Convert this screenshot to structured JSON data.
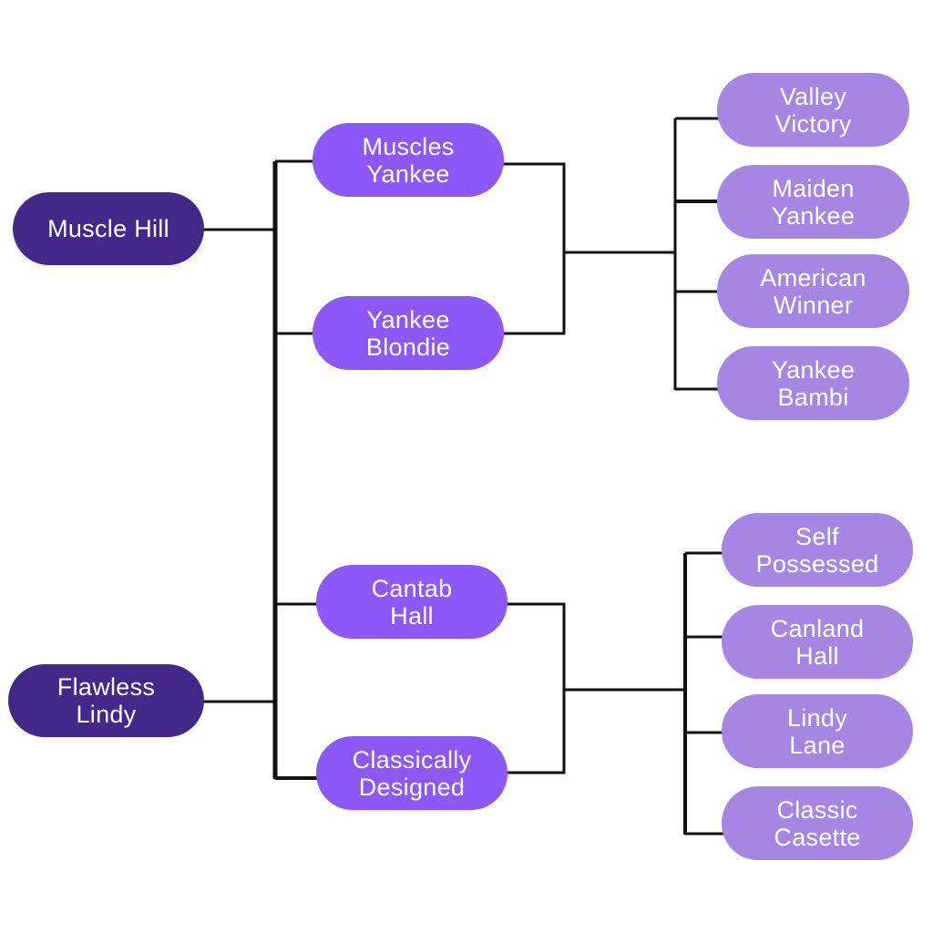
{
  "diagram": {
    "type": "pedigree-tree",
    "colors": {
      "generation_0": "#43288a",
      "generation_1": "#8c58f7",
      "generation_2": "#a586e3",
      "connector": "#111111"
    },
    "roots": [
      {
        "name": "Muscle Hill",
        "parents": [
          {
            "name": "Muscles\nYankee"
          },
          {
            "name": "Yankee\nBlondie"
          }
        ],
        "grandparents": [
          {
            "name": "Valley\nVictory"
          },
          {
            "name": "Maiden\nYankee"
          },
          {
            "name": "American\nWinner"
          },
          {
            "name": "Yankee\nBambi"
          }
        ]
      },
      {
        "name": "Flawless\nLindy",
        "parents": [
          {
            "name": "Cantab\nHall"
          },
          {
            "name": "Classically\nDesigned"
          }
        ],
        "grandparents": [
          {
            "name": "Self\nPossessed"
          },
          {
            "name": "Canland\nHall"
          },
          {
            "name": "Lindy\nLane"
          },
          {
            "name": "Classic\nCasette"
          }
        ]
      }
    ]
  }
}
